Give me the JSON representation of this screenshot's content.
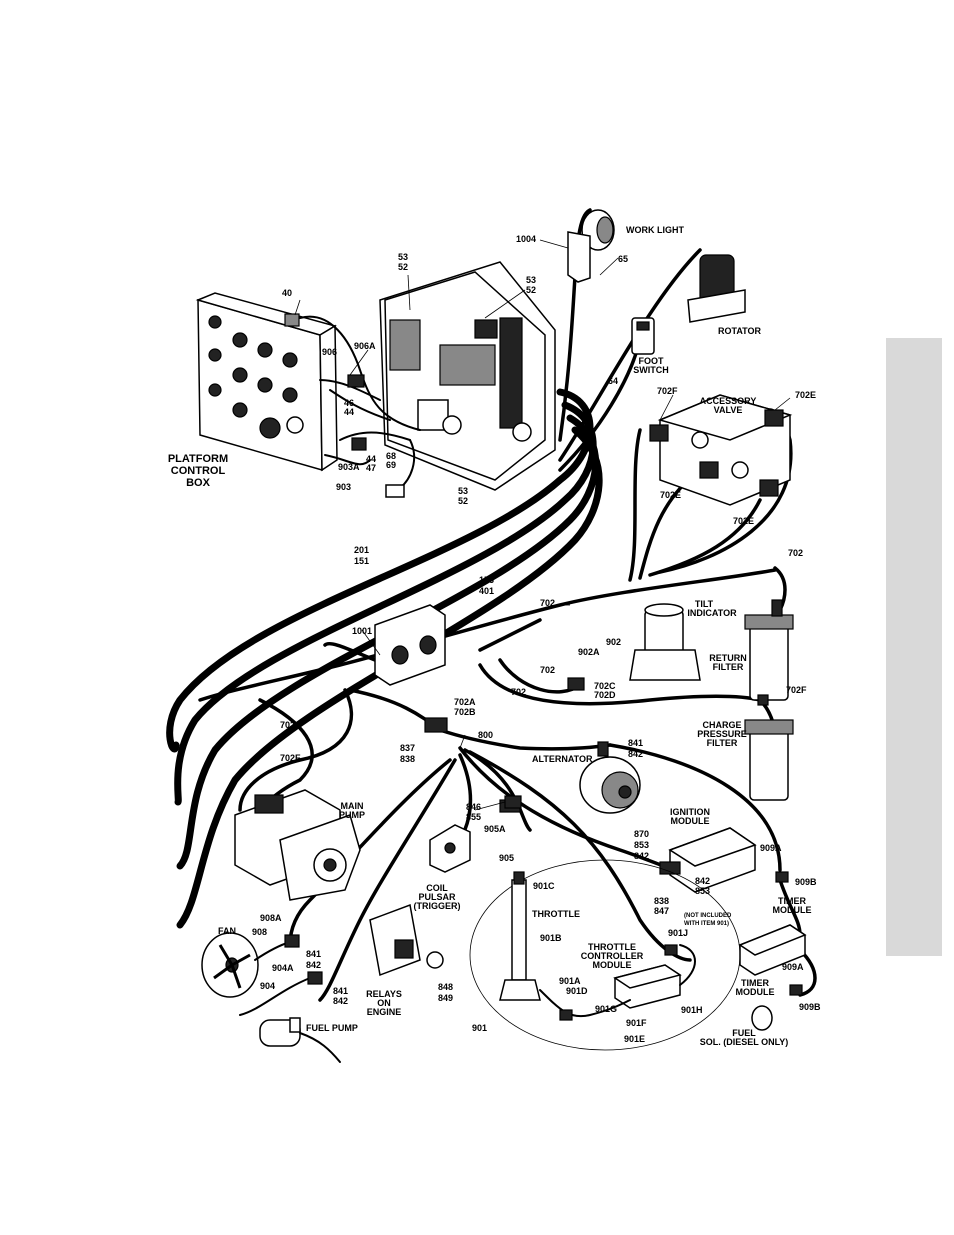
{
  "components": {
    "platform_control_box": [
      "PLATFORM",
      "CONTROL",
      "BOX"
    ],
    "work_light": "WORK LIGHT",
    "rotator": "ROTATOR",
    "foot_switch": [
      "FOOT",
      "SWITCH"
    ],
    "accessory_valve": [
      "ACCESSORY",
      "VALVE"
    ],
    "tilt_indicator": [
      "TILT",
      "INDICATOR"
    ],
    "return_filter": [
      "RETURN",
      "FILTER"
    ],
    "charge_pressure_filter": [
      "CHARGE",
      "PRESSURE",
      "FILTER"
    ],
    "alternator": "ALTERNATOR",
    "ignition_module": [
      "IGNITION",
      "MODULE"
    ],
    "main_pump": [
      "MAIN",
      "PUMP"
    ],
    "coil_pulsar": [
      "COIL",
      "PULSAR",
      "(TRIGGER)"
    ],
    "throttle": "THROTTLE",
    "throttle_controller_module": [
      "THROTTLE",
      "CONTROLLER",
      "MODULE"
    ],
    "timer_module_upper": [
      "TIMER",
      "MODULE"
    ],
    "timer_module_lower": [
      "TIMER",
      "MODULE"
    ],
    "fuel_sol": [
      "FUEL",
      "SOL. (DIESEL ONLY)"
    ],
    "fan": "FAN",
    "relays_on_engine": [
      "RELAYS",
      "ON",
      "ENGINE"
    ],
    "fuel_pump": "FUEL PUMP",
    "not_included_note": [
      "(NOT INCLUDED",
      "WITH ITEM 901)"
    ]
  },
  "callouts": {
    "c40": "40",
    "c906": "906",
    "c906A": "906A",
    "c46_44": [
      "46",
      "44"
    ],
    "c44_47": [
      "44",
      "47"
    ],
    "c903A": "903A",
    "c903": "903",
    "c68_69": [
      "68",
      "69"
    ],
    "c53_52_top": [
      "53",
      "52"
    ],
    "c53_52_right": [
      "53",
      "52"
    ],
    "c53_52_bottom": [
      "53",
      "52"
    ],
    "c1004": "1004",
    "c65": "65",
    "c64": "64",
    "c702F_top": "702F",
    "c702E_right": "702E",
    "c702E_left": "702E",
    "c702E_bottom": "702E",
    "c201_151": [
      "201",
      "151"
    ],
    "c153_401": [
      "153",
      "401"
    ],
    "c702_a": "702",
    "c702_b": "702",
    "c702_c": "702",
    "c702_d": "702",
    "c702_e": "702",
    "c1001": "1001",
    "c902": "902",
    "c902A": "902A",
    "c702C_702D": [
      "702C",
      "702D"
    ],
    "c702F_right": "702F",
    "c702A_702B": [
      "702A",
      "702B"
    ],
    "c800": "800",
    "c837_838": [
      "837",
      "838"
    ],
    "c841_842_alt": [
      "841",
      "842"
    ],
    "c846_855": [
      "846",
      "855"
    ],
    "c905A": "905A",
    "c905": "905",
    "c870_853_842": [
      "870",
      "853",
      "842"
    ],
    "c842_853": [
      "842",
      "853"
    ],
    "c909A_top": "909A",
    "c909B_top": "909B",
    "c909A_bottom": "909A",
    "c909B_bottom": "909B",
    "c702F_pump": "702F",
    "c901C": "901C",
    "c901B": "901B",
    "c838_847": [
      "838",
      "847"
    ],
    "c901J": "901J",
    "c901A": "901A",
    "c901D": "901D",
    "c901G": "901G",
    "c901F": "901F",
    "c901H": "901H",
    "c901E": "901E",
    "c901": "901",
    "c908A": "908A",
    "c908": "908",
    "c841_842_fan": [
      "841",
      "842"
    ],
    "c904A": "904A",
    "c904": "904",
    "c841_842_fuel": [
      "841",
      "842"
    ],
    "c848_849": [
      "848",
      "849"
    ]
  }
}
